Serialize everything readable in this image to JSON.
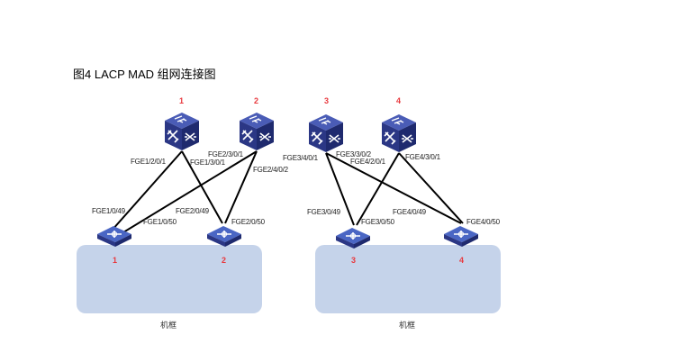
{
  "title": "图4  LACP MAD 组网连接图",
  "chassis_label": "机框",
  "colors": {
    "chassis_fill": "#c5d3ea",
    "device_blue": "#2e3b8c",
    "number_red": "#e8383d",
    "link": "#000000"
  },
  "core_devices": [
    {
      "id": "1",
      "icon": "core-switch-icon"
    },
    {
      "id": "2",
      "icon": "core-switch-icon"
    },
    {
      "id": "3",
      "icon": "core-switch-icon"
    },
    {
      "id": "4",
      "icon": "core-switch-icon"
    }
  ],
  "access_devices": [
    {
      "id": "1",
      "icon": "access-switch-icon"
    },
    {
      "id": "2",
      "icon": "access-switch-icon"
    },
    {
      "id": "3",
      "icon": "access-switch-icon"
    },
    {
      "id": "4",
      "icon": "access-switch-icon"
    }
  ],
  "links": [
    {
      "from_core": "1",
      "from_port": "FGE1/2/0/1",
      "to_access": "1",
      "to_port": "FGE1/0/49"
    },
    {
      "from_core": "1",
      "from_port": "FGE1/3/0/1",
      "to_access": "2",
      "to_port": "FGE2/0/49"
    },
    {
      "from_core": "2",
      "from_port": "FGE2/3/0/1",
      "to_access": "1",
      "to_port": "FGE1/0/50"
    },
    {
      "from_core": "2",
      "from_port": "FGE2/4/0/2",
      "to_access": "2",
      "to_port": "FGE2/0/50"
    },
    {
      "from_core": "3",
      "from_port": "FGE3/4/0/1",
      "to_access": "3",
      "to_port": "FGE3/0/49"
    },
    {
      "from_core": "3",
      "from_port": "FGE3/3/0/2",
      "to_access": "4",
      "to_port": "FGE4/0/49"
    },
    {
      "from_core": "4",
      "from_port": "FGE4/2/0/1",
      "to_access": "3",
      "to_port": "FGE3/0/50"
    },
    {
      "from_core": "4",
      "from_port": "FGE4/3/0/1",
      "to_access": "4",
      "to_port": "FGE4/0/50"
    }
  ]
}
